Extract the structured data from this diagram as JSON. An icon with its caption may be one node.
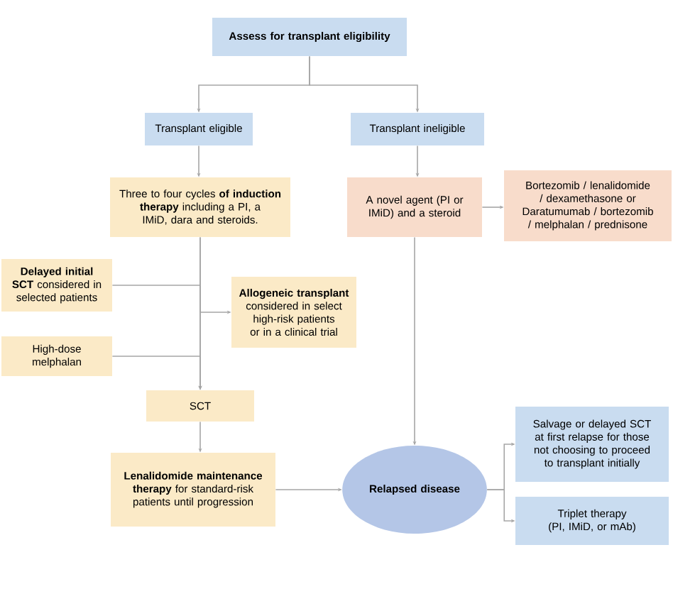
{
  "diagram": {
    "nodes": [
      {
        "text": [
          "Assess for transplant eligibility"
        ]
      },
      {
        "text": [
          "Transplant eligible"
        ]
      },
      {
        "text": [
          "Transplant ineligible"
        ]
      },
      {
        "text": [
          "Three to four cycles **of induction therapy** including a PI, a IMiD, dara and steroids."
        ]
      },
      {
        "text": [
          "A novel agent (PI or IMiD) and a steroid"
        ]
      },
      {
        "text": [
          "Bortezomib / lenalidomide / dexamethasone or Daratumumab / bortezomib / melphalan / prednisone"
        ]
      },
      {
        "text": [
          "**Delayed initial SCT** considered in selected patients"
        ]
      },
      {
        "text": [
          "**Allogeneic transplant** considered in select high-risk patients or in a clinical trial"
        ]
      },
      {
        "text": [
          "High-dose melphalan"
        ]
      },
      {
        "text": [
          "SCT"
        ]
      },
      {
        "text": [
          "**Lenalidomide maintenance therapy** for standard-risk patients until progression"
        ]
      },
      {
        "text": [
          "Relapsed disease"
        ]
      },
      {
        "text": [
          "Salvage or delayed SCT at first relapse for those not choosing to proceed to transplant initially"
        ]
      },
      {
        "text": [
          "Triplet therapy (PI, IMiD, or mAb)"
        ]
      }
    ],
    "edges": [
      {
        "from": 0,
        "to": 1,
        "arrow": "to"
      },
      {
        "from": 0,
        "to": 2,
        "arrow": "to"
      },
      {
        "from": 1,
        "to": 3,
        "arrow": "to"
      },
      {
        "from": 2,
        "to": 4,
        "arrow": "to"
      },
      {
        "from": 4,
        "to": 5,
        "arrow": "to"
      },
      {
        "from": 3,
        "to": 9,
        "arrow": "to"
      },
      {
        "from": 6,
        "to": 9,
        "arrow": "to"
      },
      {
        "from": 3,
        "to": 7,
        "arrow": "to"
      },
      {
        "from": 8,
        "to": 9,
        "arrow": "to"
      },
      {
        "from": 9,
        "to": 10,
        "arrow": "to"
      },
      {
        "from": 10,
        "to": 11,
        "arrow": "to"
      },
      {
        "from": 4,
        "to": 11,
        "arrow": "to"
      },
      {
        "from": 11,
        "to": 12,
        "arrow": "to"
      },
      {
        "from": 11,
        "to": 13,
        "arrow": "to"
      }
    ]
  }
}
